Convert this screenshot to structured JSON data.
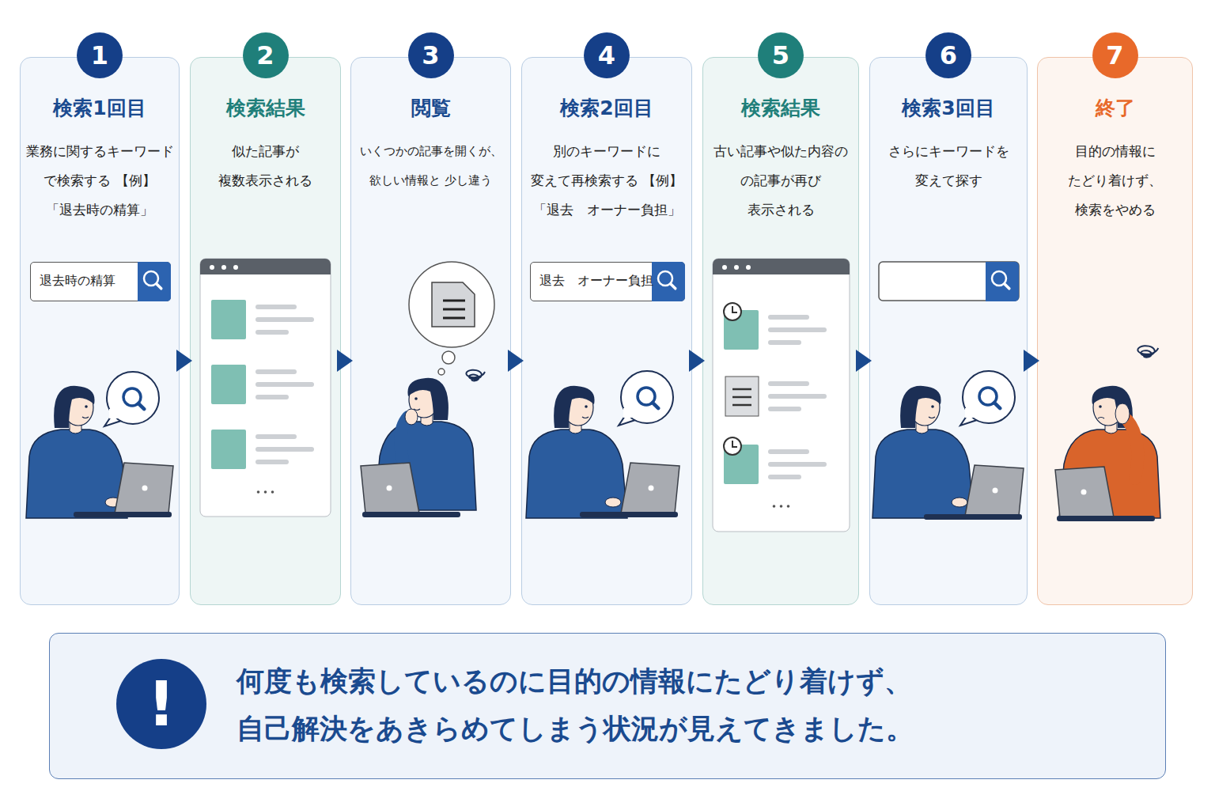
{
  "diagram": {
    "nodes": [
      {
        "text": [
          "1",
          "検索1回目",
          "業務に関するキーワード で検索する 【例】「退去時の精算」"
        ]
      },
      {
        "text": [
          "退去時の精算"
        ],
        "in": 0
      },
      {
        "text": [
          "2",
          "検索結果",
          "似た記事が 複数表示される"
        ]
      },
      {
        "text": [
          "3",
          "閲覧",
          "いくつかの記事を開くが、 欲しい情報と 少し違う"
        ]
      },
      {
        "text": [
          "4",
          "検索2回目",
          "別のキーワードに 変えて再検索する 【例】「退去　オーナー負担」"
        ]
      },
      {
        "text": [
          "退去　オーナー負担"
        ],
        "in": 4
      },
      {
        "text": [
          "5",
          "検索結果",
          "古い記事や似た内容の の記事が再び 表示される"
        ]
      },
      {
        "text": [
          "6",
          "検索3回目",
          "さらにキーワードを 変えて探す"
        ]
      },
      {
        "text": [
          "7",
          "終了",
          "目的の情報に たどり着けず、 検索をやめる"
        ]
      },
      {
        "text": [
          "!",
          "何度も検索しているのに目的の情報にたどり着けず、 自己解決をあきらめてしまう状況が見えてきました。"
        ]
      }
    ],
    "edges": [
      {
        "from": 0,
        "to": 2,
        "arrow": "to"
      },
      {
        "from": 2,
        "to": 3,
        "arrow": "to"
      },
      {
        "from": 3,
        "to": 4,
        "arrow": "to"
      },
      {
        "from": 4,
        "to": 6,
        "arrow": "to"
      },
      {
        "from": 6,
        "to": 7,
        "arrow": "to"
      },
      {
        "from": 7,
        "to": 8,
        "arrow": "to"
      }
    ]
  }
}
